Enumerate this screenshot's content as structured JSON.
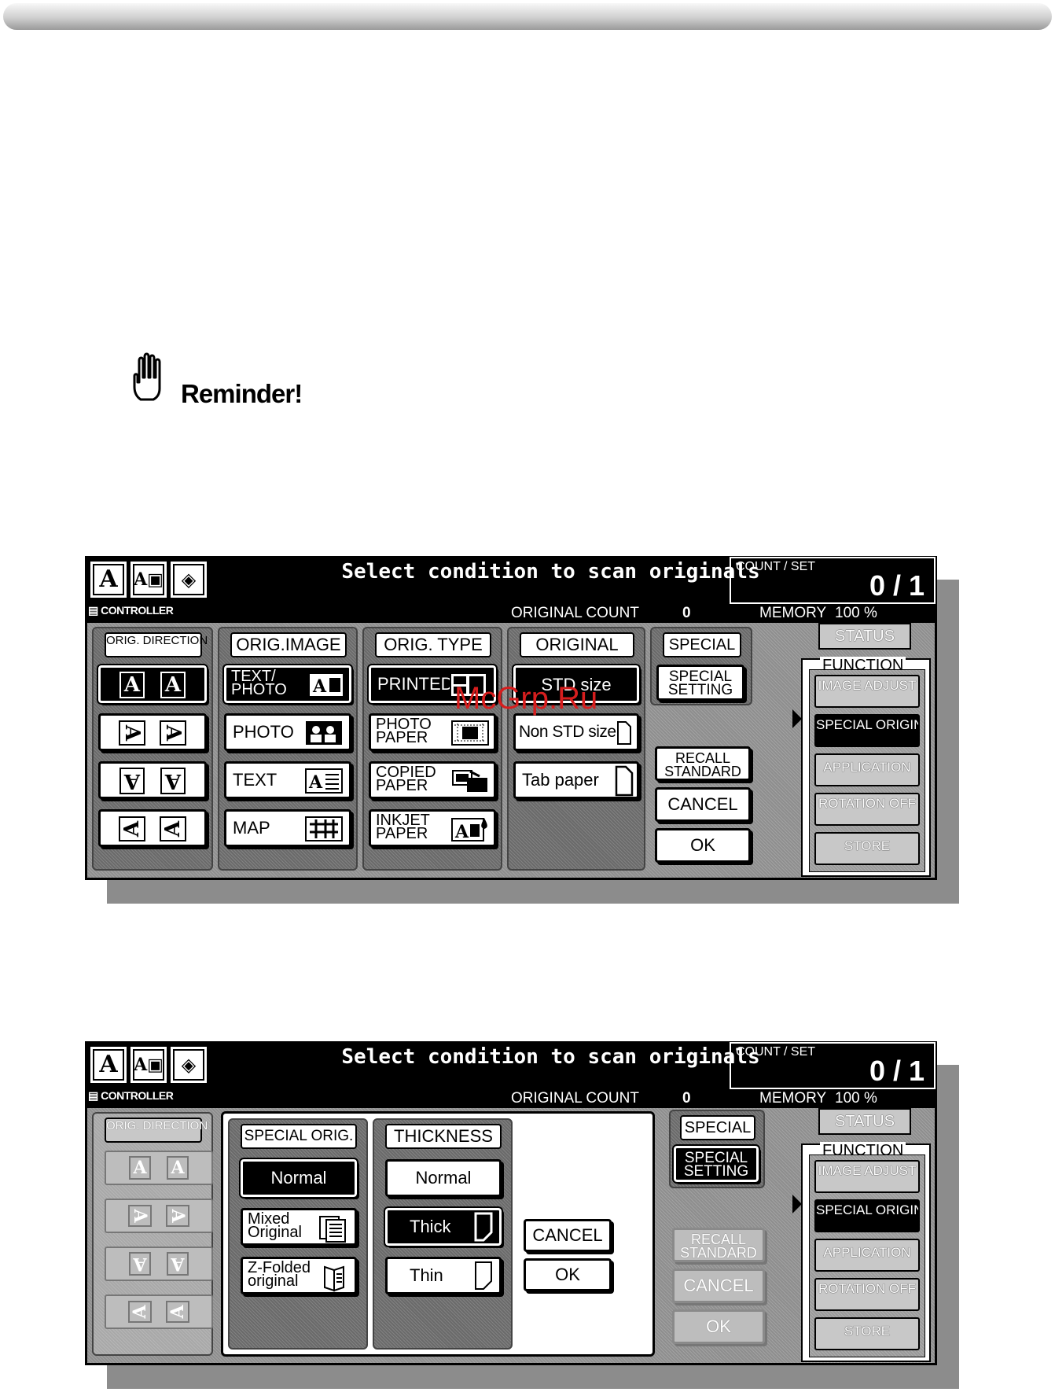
{
  "reminder": {
    "label": "Reminder!"
  },
  "watermark": "McGrp.Ru",
  "panel1": {
    "title": "Select condition to scan originals",
    "count_label": "COUNT / SET",
    "count_value": "0 / 1",
    "controller": "CONTROLLER",
    "original_count_label": "ORIGINAL COUNT",
    "original_count_value": "0",
    "memory_label": "MEMORY",
    "memory_value": "100 %",
    "status": "STATUS",
    "function_label": "FUNCTION",
    "function_buttons": [
      "IMAGE ADJUST",
      "SPECIAL ORIGINAL",
      "APPLICATION",
      "ROTATION OFF",
      "STORE"
    ],
    "tabs": {
      "orig_direction": "ORIG. DIRECTION",
      "orig_image": "ORIG.IMAGE",
      "orig_type": "ORIG. TYPE",
      "original": "ORIGINAL",
      "special": "SPECIAL"
    },
    "orig_image": [
      "TEXT/ PHOTO",
      "PHOTO",
      "TEXT",
      "MAP"
    ],
    "orig_type": [
      "PRINTED",
      "PHOTO PAPER",
      "COPIED PAPER",
      "INKJET PAPER"
    ],
    "original": [
      "STD size",
      "Non STD size",
      "Tab paper"
    ],
    "special_setting": "SPECIAL SETTING",
    "recall_standard": "RECALL STANDARD",
    "cancel": "CANCEL",
    "ok": "OK"
  },
  "panel2": {
    "title": "Select condition to scan originals",
    "count_label": "COUNT / SET",
    "count_value": "0 / 1",
    "controller": "CONTROLLER",
    "original_count_label": "ORIGINAL COUNT",
    "original_count_value": "0",
    "memory_label": "MEMORY",
    "memory_value": "100 %",
    "status": "STATUS",
    "function_label": "FUNCTION",
    "function_buttons": [
      "IMAGE ADJUST",
      "SPECIAL ORIGINAL",
      "APPLICATION",
      "ROTATION OFF",
      "STORE"
    ],
    "orig_direction_tab": "ORIG. DIRECTION",
    "special_orig_tab": "SPECIAL ORIG.",
    "thickness_tab": "THICKNESS",
    "special_orig": [
      "Normal",
      "Mixed Original",
      "Z-Folded original"
    ],
    "thickness": [
      "Normal",
      "Thick",
      "Thin"
    ],
    "cancel": "CANCEL",
    "ok": "OK",
    "special_tab": "SPECIAL",
    "special_setting": "SPECIAL SETTING",
    "recall_standard": "RECALL STANDARD",
    "dim_cancel": "CANCEL",
    "dim_ok": "OK"
  }
}
